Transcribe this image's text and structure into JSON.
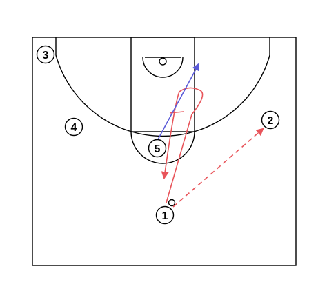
{
  "diagram": {
    "colors": {
      "court_lines": "#000000",
      "pass": "#e8545a",
      "cut": "#e8545a",
      "screen": "#5b5bd8",
      "background": "#ffffff"
    },
    "players": [
      {
        "id": "p1",
        "label": "1",
        "has_ball": true
      },
      {
        "id": "p2",
        "label": "2"
      },
      {
        "id": "p3",
        "label": "3"
      },
      {
        "id": "p4",
        "label": "4"
      },
      {
        "id": "p5",
        "label": "5"
      }
    ],
    "actions": [
      {
        "id": "pass-1-to-2",
        "type": "pass",
        "from": "1",
        "to": "2"
      },
      {
        "id": "cut-1",
        "type": "cut",
        "player": "1"
      },
      {
        "id": "move-5",
        "type": "screen-move",
        "player": "5"
      }
    ]
  }
}
